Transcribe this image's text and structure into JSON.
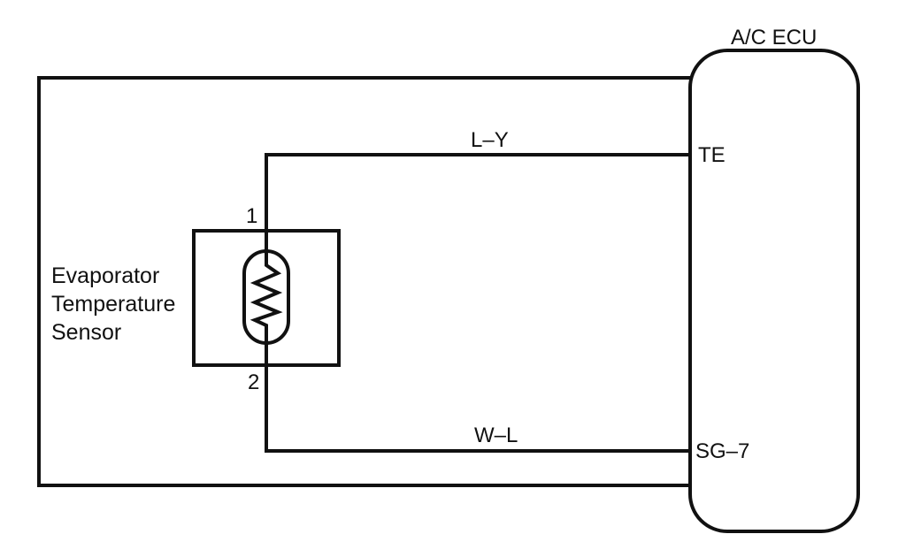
{
  "ecu": {
    "title": "A/C ECU",
    "terminals": [
      {
        "label": "TE"
      },
      {
        "label": "SG–7"
      }
    ]
  },
  "sensor": {
    "name_lines": [
      "Evaporator",
      "Temperature",
      "Sensor"
    ],
    "pins": [
      {
        "label": "1"
      },
      {
        "label": "2"
      }
    ]
  },
  "wires": [
    {
      "color_code": "L–Y"
    },
    {
      "color_code": "W–L"
    }
  ]
}
